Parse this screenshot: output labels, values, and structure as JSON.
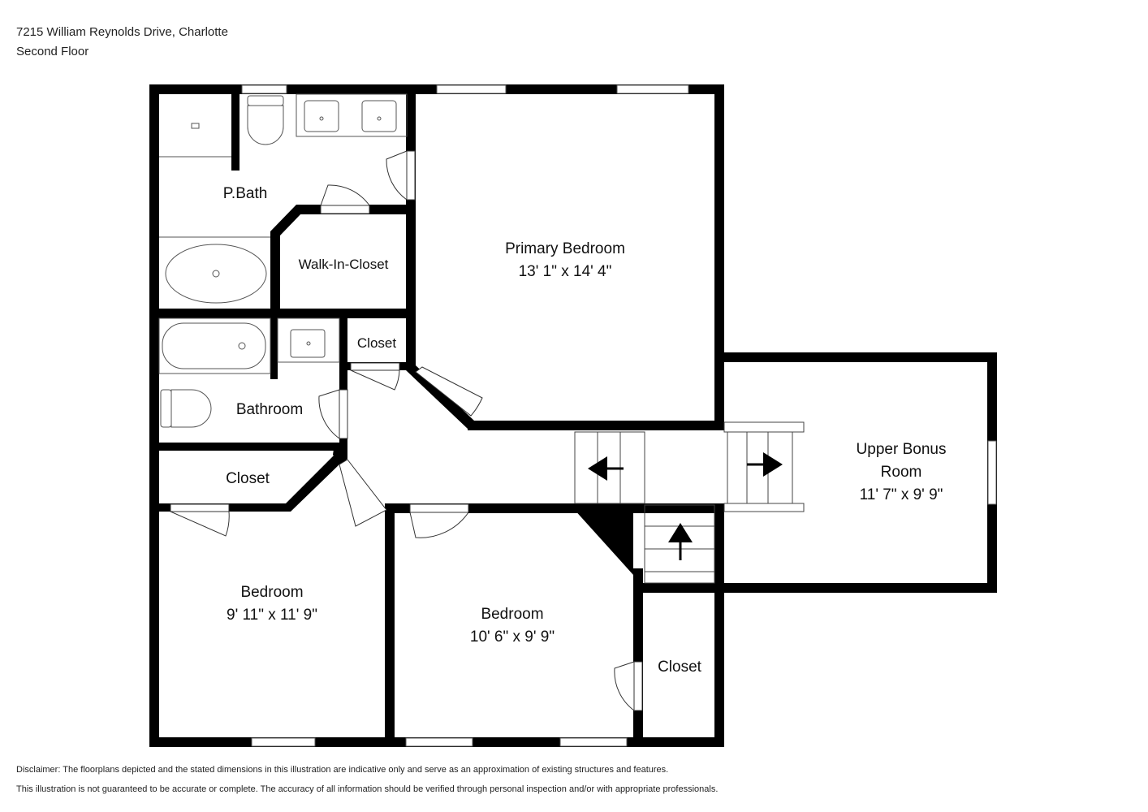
{
  "header": {
    "address": "7215 William Reynolds Drive, Charlotte",
    "floor": "Second Floor"
  },
  "rooms": {
    "pbath": {
      "name": "P.Bath"
    },
    "walk_in_closet": {
      "name": "Walk-In-Closet"
    },
    "primary_bedroom": {
      "name": "Primary Bedroom",
      "dims": "13' 1\" x 14' 4\""
    },
    "closet_hall": {
      "name": "Closet"
    },
    "bathroom": {
      "name": "Bathroom"
    },
    "closet_left": {
      "name": "Closet"
    },
    "bedroom_left": {
      "name": "Bedroom",
      "dims": "9' 11\" x 11' 9\""
    },
    "bedroom_mid": {
      "name": "Bedroom",
      "dims": "10' 6\" x 9' 9\""
    },
    "closet_right": {
      "name": "Closet"
    },
    "upper_bonus": {
      "name_line1": "Upper Bonus",
      "name_line2": "Room",
      "dims": "11' 7\" x 9' 9\""
    }
  },
  "disclaimer": {
    "line1": "Disclaimer: The floorplans depicted and the stated dimensions in this illustration are indicative only and serve as an approximation of existing structures and features.",
    "line2": "This illustration is not guaranteed to be accurate or complete. The accuracy of all information should be verified through personal inspection and/or with appropriate professionals."
  },
  "colors": {
    "wall": "#000000",
    "fixture": "#666666",
    "window": "#ffffff"
  }
}
